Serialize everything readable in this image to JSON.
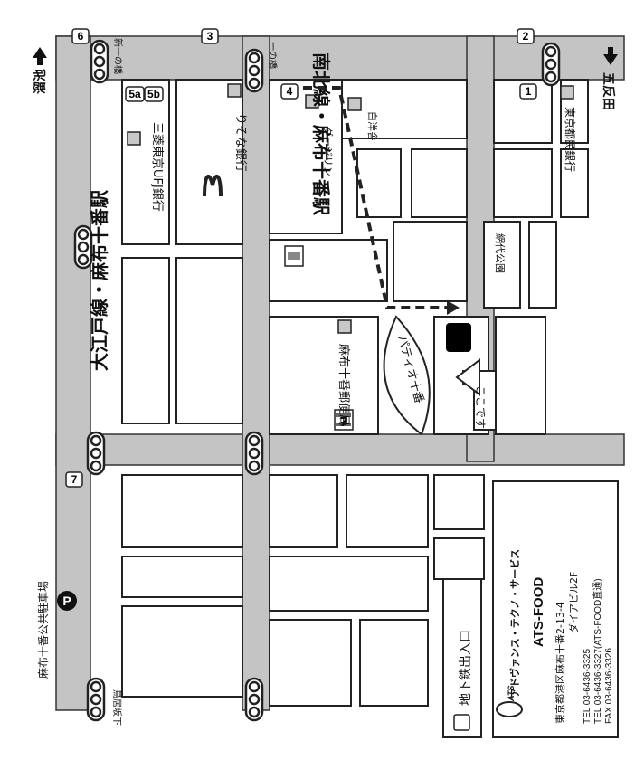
{
  "colors": {
    "block": "#ffffff",
    "road": "#c4c4c4",
    "ink": "#111111",
    "marker": "#000000"
  },
  "line_labels": {
    "oedo": "大江戸線・麻布十番駅",
    "namboku": "南北線・麻布十番駅"
  },
  "directions": {
    "tameike": "溜池",
    "gotanda": "五反田"
  },
  "exits": [
    "1",
    "2",
    "3",
    "4",
    "5a",
    "5b",
    "6",
    "7"
  ],
  "signals": {
    "ichinohashi": "一の橋",
    "shin_ichinohashi": "新一の橋",
    "toriizaka_shita": "鳥居坂下"
  },
  "landmarks": {
    "resona": "りそな銀行",
    "mufj": "三菱東京UFJ銀行",
    "darjeeling": "ダージリン",
    "yoyo": "白洋舎",
    "tokyo_toshin": "東京都民銀行",
    "amishiro_park": "網代公園",
    "post_office": "麻布十番郵便局",
    "patio": "パティオ十番",
    "koko": "ここです",
    "parking": "麻布十番公共駐車場",
    "parking_icon": "P",
    "seven": "7"
  },
  "legend": {
    "text": "地下鉄出入口"
  },
  "company": {
    "logo": "ATS",
    "service": "アドヴァンス・テクノ・サービス",
    "name": "ATS-FOOD",
    "address1": "東京都港区麻布十番2-13-4",
    "address2": "ダイアビル2F",
    "tel1": "TEL 03-6436-3325",
    "tel2": "TEL 03-6436-3327(ATS-FOOD直通)",
    "fax": "FAX 03-6436-3326"
  }
}
